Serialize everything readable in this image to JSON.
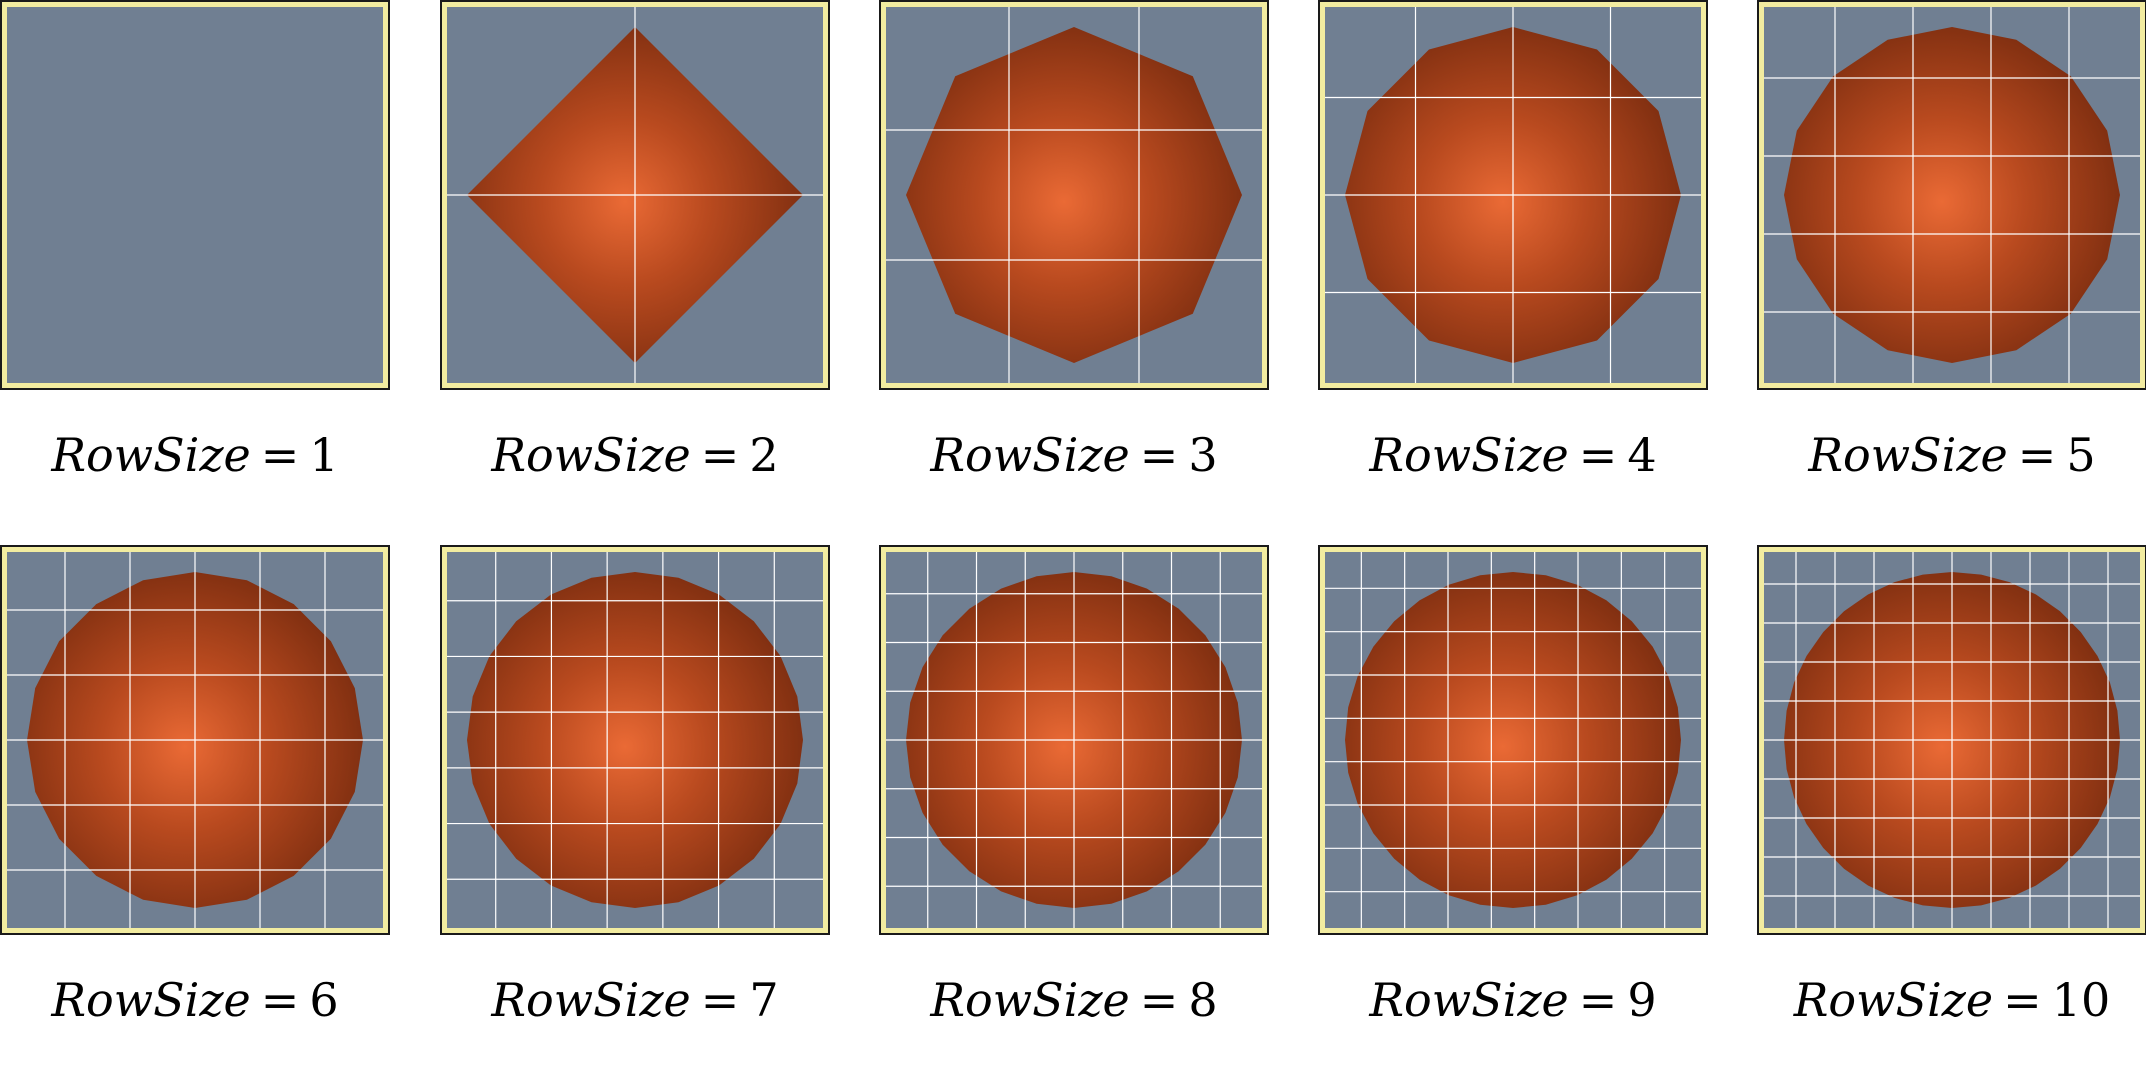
{
  "colors": {
    "background_fill": "#707f92",
    "outer_border": "#1a1a1a",
    "inner_border": "#f2eca0",
    "grid_line": "#ffffff",
    "shape_center": "#ea6a35",
    "shape_mid": "#b94a1f",
    "shape_edge": "#7e2e10"
  },
  "panels": [
    {
      "variable": "RowSize",
      "equals": "=",
      "value": "1",
      "row_size": 1
    },
    {
      "variable": "RowSize",
      "equals": "=",
      "value": "2",
      "row_size": 2
    },
    {
      "variable": "RowSize",
      "equals": "=",
      "value": "3",
      "row_size": 3
    },
    {
      "variable": "RowSize",
      "equals": "=",
      "value": "4",
      "row_size": 4
    },
    {
      "variable": "RowSize",
      "equals": "=",
      "value": "5",
      "row_size": 5
    },
    {
      "variable": "RowSize",
      "equals": "=",
      "value": "6",
      "row_size": 6
    },
    {
      "variable": "RowSize",
      "equals": "=",
      "value": "7",
      "row_size": 7
    },
    {
      "variable": "RowSize",
      "equals": "=",
      "value": "8",
      "row_size": 8
    },
    {
      "variable": "RowSize",
      "equals": "=",
      "value": "9",
      "row_size": 9
    },
    {
      "variable": "RowSize",
      "equals": "=",
      "value": "10",
      "row_size": 10
    }
  ]
}
